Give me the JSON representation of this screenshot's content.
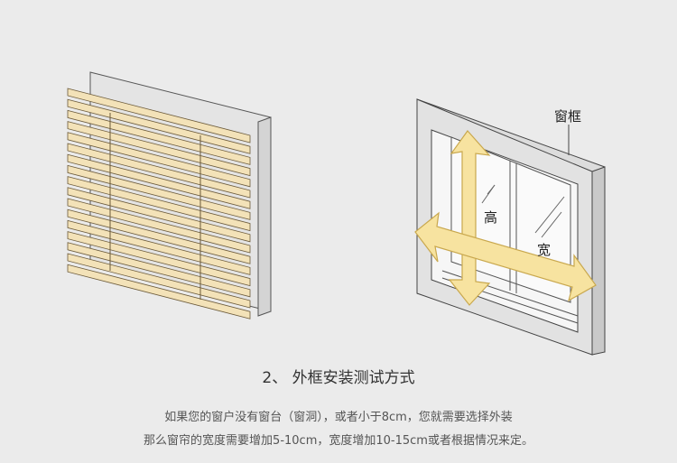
{
  "diagram": {
    "frame_label": "窗框",
    "height_label": "高",
    "width_label": "宽",
    "arrow_color": "#f7e3a0",
    "slat_color": "#f3e2b8"
  },
  "section_title": "2、 外框安装测试方式",
  "description": [
    "如果您的窗户没有窗台（窗洞），或者小于8cm，您就需要选择外装",
    "那么窗帘的宽度需要增加5-10cm，宽度增加10-15cm或者根据情况来定。"
  ]
}
